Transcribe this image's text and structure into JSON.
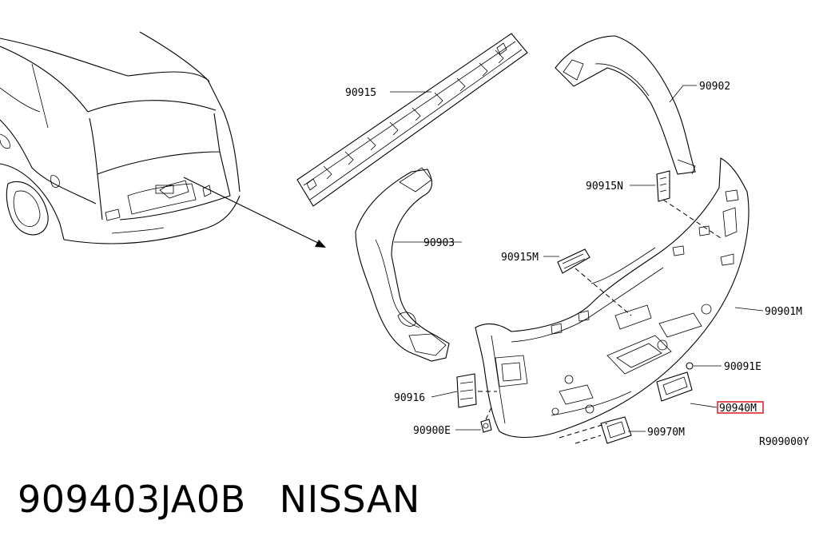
{
  "labels": {
    "p90915": "90915",
    "p90902": "90902",
    "p90915N": "90915N",
    "p90903": "90903",
    "p90915M": "90915M",
    "p90901M": "90901M",
    "p90091E": "90091E",
    "p90916": "90916",
    "p90940M": "90940M",
    "p90900E": "90900E",
    "p90970M": "90970M"
  },
  "reference": "R909000Y",
  "caption": {
    "part_number": "909403JA0B",
    "brand": "NISSAN"
  },
  "colors": {
    "highlight": "#e0242c",
    "line": "#000000"
  }
}
